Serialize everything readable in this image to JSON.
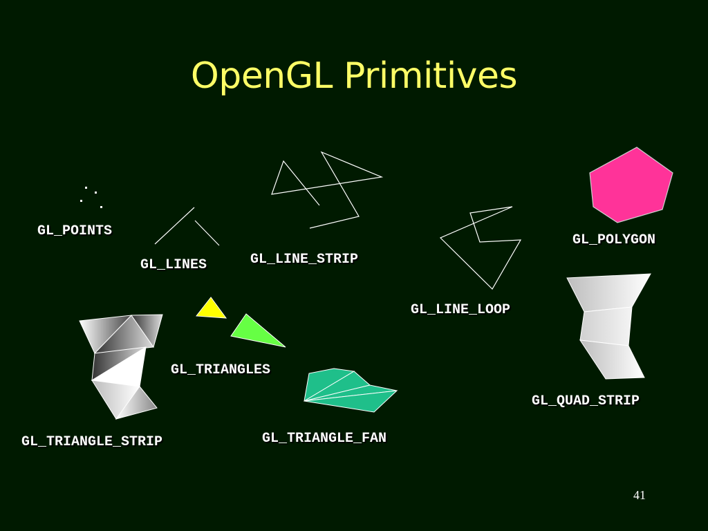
{
  "slide": {
    "title": "OpenGL Primitives",
    "page_number": "41"
  },
  "labels": {
    "points": "GL_POINTS",
    "lines": "GL_LINES",
    "line_strip": "GL_LINE_STRIP",
    "line_loop": "GL_LINE_LOOP",
    "polygon": "GL_POLYGON",
    "triangles": "GL_TRIANGLES",
    "triangle_strip": "GL_TRIANGLE_STRIP",
    "triangle_fan": "GL_TRIANGLE_FAN",
    "quad_strip": "GL_QUAD_STRIP"
  },
  "colors": {
    "background": "#001a00",
    "title": "#ffff66",
    "line": "#ffffff",
    "polygon_fill": "#ff3399",
    "triangle_yellow": "#ffff00",
    "triangle_green": "#66ff44",
    "fan_fill": "#1fbf8a",
    "strip_dark": "#555555",
    "strip_light": "#ffffff"
  }
}
